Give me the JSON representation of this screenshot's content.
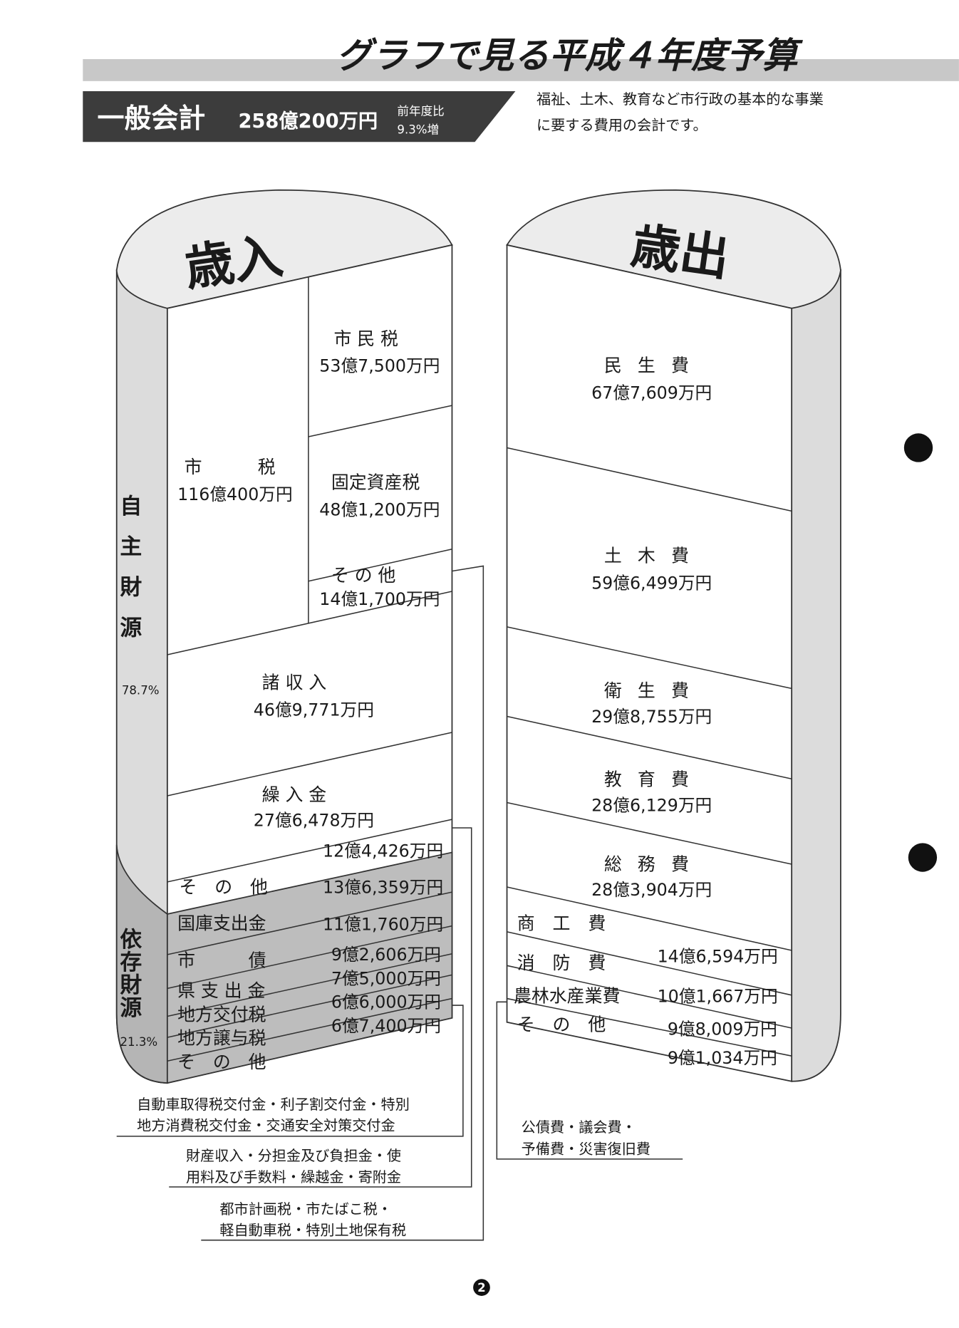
{
  "header": {
    "title": "グラフで見る平成４年度予算",
    "account_name": "一般会計",
    "account_total": "258億200万円",
    "yoy_label": "前年度比",
    "yoy_value": "9.3%増",
    "description_line1": "福祉、土木、教育など市行政の基本的な事業",
    "description_line2": "に要する費用の会計です。"
  },
  "revenue": {
    "title": "歳入",
    "own_source_label": "自主財源",
    "own_source_pct": "78.7%",
    "dependent_label": "依存財源",
    "dependent_pct": "21.3%",
    "city_tax": {
      "name": "市　　税",
      "amount": "116億400万円"
    },
    "items": [
      {
        "name": "市 民 税",
        "amount": "53億7,500万円"
      },
      {
        "name": "固定資産税",
        "amount": "48億1,200万円"
      },
      {
        "name": "そ の 他",
        "amount": "14億1,700万円"
      },
      {
        "name": "諸 収 入",
        "amount": "46億9,771万円"
      },
      {
        "name": "繰 入 金",
        "amount": "27億6,478万円"
      },
      {
        "name": "そ　の　他",
        "amount": "12億4,426万円"
      }
    ],
    "dependent_items": [
      {
        "name": "国庫支出金",
        "amount": "13億6,359万円"
      },
      {
        "name": "市　　　債",
        "amount": "11億1,760万円"
      },
      {
        "name": "県 支 出 金",
        "amount": "9億2,606万円"
      },
      {
        "name": "地方交付税",
        "amount": "7億5,000万円"
      },
      {
        "name": "地方譲与税",
        "amount": "6億6,000万円"
      },
      {
        "name": "そ　の　他",
        "amount": "6億7,400万円"
      }
    ],
    "notes": [
      {
        "line1": "自動車取得税交付金・利子割交付金・特別",
        "line2": "地方消費税交付金・交通安全対策交付金"
      },
      {
        "line1": "財産収入・分担金及び負担金・使",
        "line2": "用料及び手数料・繰越金・寄附金"
      },
      {
        "line1": "都市計画税・市たばこ税・",
        "line2": "軽自動車税・特別土地保有税"
      }
    ]
  },
  "expenditure": {
    "title": "歳出",
    "items": [
      {
        "name": "民 生 費",
        "amount": "67億7,609万円"
      },
      {
        "name": "土 木 費",
        "amount": "59億6,499万円"
      },
      {
        "name": "衛 生 費",
        "amount": "29億8,755万円"
      },
      {
        "name": "教 育 費",
        "amount": "28億6,129万円"
      },
      {
        "name": "総 務 費",
        "amount": "28億3,904万円"
      }
    ],
    "small_items": [
      {
        "name": "商　工　費",
        "amount": "14億6,594万円"
      },
      {
        "name": "消　防　費",
        "amount": "10億1,667万円"
      },
      {
        "name": "農林水産業費",
        "amount": "9億8,009万円"
      },
      {
        "name": "そ　の　他",
        "amount": "9億1,034万円"
      }
    ],
    "note": {
      "line1": "公債費・議会費・",
      "line2": "予備費・災害復旧費"
    }
  },
  "page_number": "2",
  "colors": {
    "band": "#c8c8c8",
    "banner": "#3c3c3c",
    "dependent": "#bdbdbd",
    "side": "#dcdcdc"
  }
}
